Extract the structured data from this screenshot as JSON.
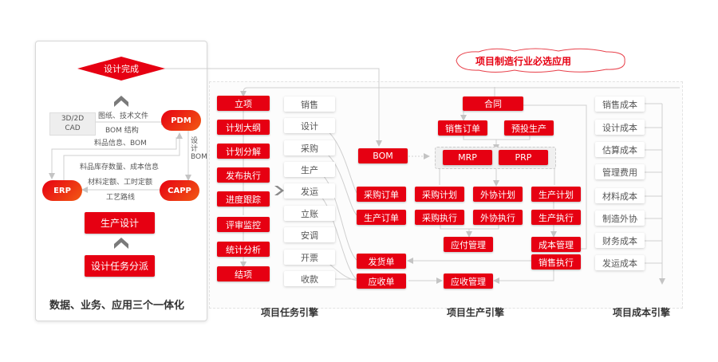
{
  "left_panel": {
    "top_diamond": "设计完成",
    "cad_box": "3D/2D\nCAD",
    "cad_line1": "3D/2D",
    "cad_line2": "CAD",
    "pdm": "PDM",
    "erp": "ERP",
    "capp": "CAPP",
    "labels": {
      "drawings": "图纸、技术文件",
      "bom_structure": "BOM 结构",
      "material_info": "料品信息、BOM",
      "design_bom": "设计 BOM",
      "stock_cost": "料品库存数量、成本信息",
      "quota": "材料定额、工时定额",
      "route": "工艺路线"
    },
    "production_design": "生产设计",
    "task_dispatch": "设计任务分派",
    "caption": "数据、业务、应用三个一体化"
  },
  "banner": "项目制造行业必选应用",
  "task_engine": {
    "title": "项目任务引擎",
    "steps": [
      "立项",
      "计划大纲",
      "计划分解",
      "发布执行",
      "进度跟踪",
      "评审监控",
      "统计分析",
      "结项"
    ],
    "functions": [
      "销售",
      "设计",
      "采购",
      "生产",
      "发运",
      "立账",
      "安调",
      "开票",
      "收款"
    ]
  },
  "production_engine": {
    "title": "项目生产引擎",
    "contract": "合同",
    "sales_order": "销售订单",
    "pre_production": "预投生产",
    "bom": "BOM",
    "mrp": "MRP",
    "prp": "PRP",
    "purchase_order": "采购订单",
    "production_order": "生产订单",
    "purchase_plan": "采购计划",
    "outsource_plan": "外协计划",
    "production_plan": "生产计划",
    "purchase_exec": "采购执行",
    "outsource_exec": "外协执行",
    "production_exec": "生产执行",
    "payable": "应付管理",
    "cost_mgmt": "成本管理",
    "delivery_note": "发货单",
    "sales_exec": "销售执行",
    "receivable_note": "应收单",
    "receivable_mgmt": "应收管理"
  },
  "cost_engine": {
    "title": "项目成本引擎",
    "items": [
      "销售成本",
      "设计成本",
      "估算成本",
      "管理费用",
      "材料成本",
      "制造外协",
      "财务成本",
      "发运成本"
    ]
  },
  "colors": {
    "accent": "#e60012",
    "line": "#c8c8c8",
    "text": "#555555"
  }
}
